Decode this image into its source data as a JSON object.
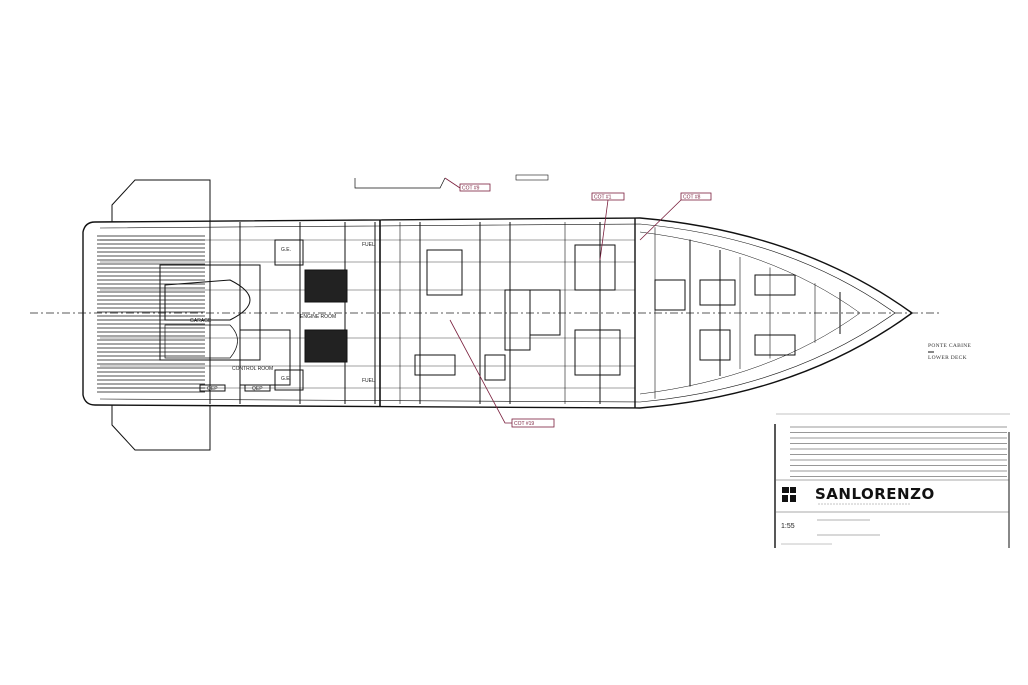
{
  "drawing": {
    "rooms": {
      "garage": "GARAGE",
      "control_room": "CONTROL ROOM",
      "engine_room": "ENGINE ROOM",
      "ge_top": "G.E.",
      "ge_bottom": "G.E.",
      "fuel_top": "FUEL",
      "fuel_bottom": "FUEL",
      "qep_1": "QEP",
      "qep_2": "QEP"
    },
    "callouts": [
      "COT #9",
      "COT #1",
      "COT #8",
      "COT #19"
    ],
    "deck_label_it": "PONTE CABINE",
    "deck_label_en": "LOWER DECK"
  },
  "title_block": {
    "brand": "SANLORENZO",
    "scale": "1:55",
    "colors": {
      "callout": "#7a1f3d",
      "lines": "#111111"
    }
  }
}
